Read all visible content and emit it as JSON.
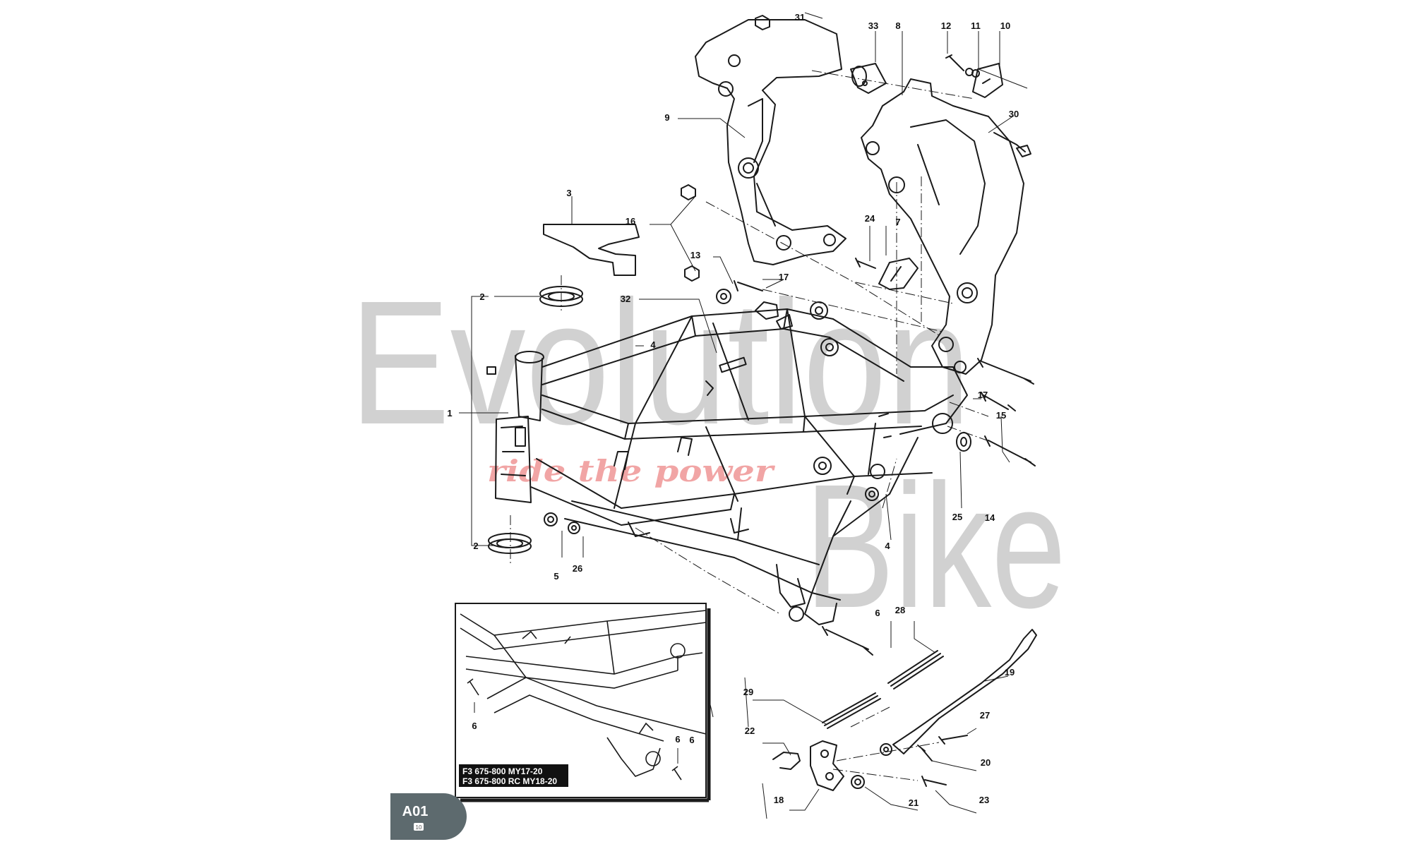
{
  "watermark": {
    "brand_line1": "Evolution",
    "brand_line2": "Bike",
    "tagline": "ride the power"
  },
  "parts": [
    "1",
    "2",
    "2",
    "3",
    "4",
    "4",
    "5",
    "6",
    "6",
    "6",
    "6",
    "7",
    "8",
    "9",
    "10",
    "11",
    "12",
    "13",
    "14",
    "15",
    "16",
    "17",
    "17",
    "18",
    "19",
    "20",
    "21",
    "22",
    "23",
    "24",
    "25",
    "26",
    "27",
    "28",
    "29",
    "30",
    "31",
    "32",
    "33"
  ],
  "inset": {
    "caption_line1": "F3 675-800 MY17-20",
    "caption_line2": "F3 675-800 RC MY18-20"
  },
  "badge": {
    "code": "A01",
    "page": "10"
  },
  "colors": {
    "line": "#1a1a1a",
    "badge_bg": "#5d6a6e",
    "watermark_red": "#e23a3a"
  }
}
